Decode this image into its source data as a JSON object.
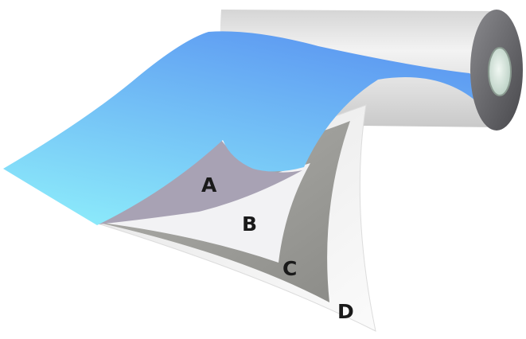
{
  "labels": {
    "a": "A",
    "b": "B",
    "c": "C",
    "d": "D"
  },
  "colors": {
    "top_film_light": "#8ff0fb",
    "top_film_dark": "#5f9df2",
    "layer_a": "#a8a2b4",
    "layer_b": "#f2f2f4",
    "layer_c": "#9d9d9a",
    "layer_d": "#f7f7f7",
    "roll_body": "#e2e2e2",
    "roll_end": "#5f5f63",
    "roll_core": "#d8e8e0"
  }
}
